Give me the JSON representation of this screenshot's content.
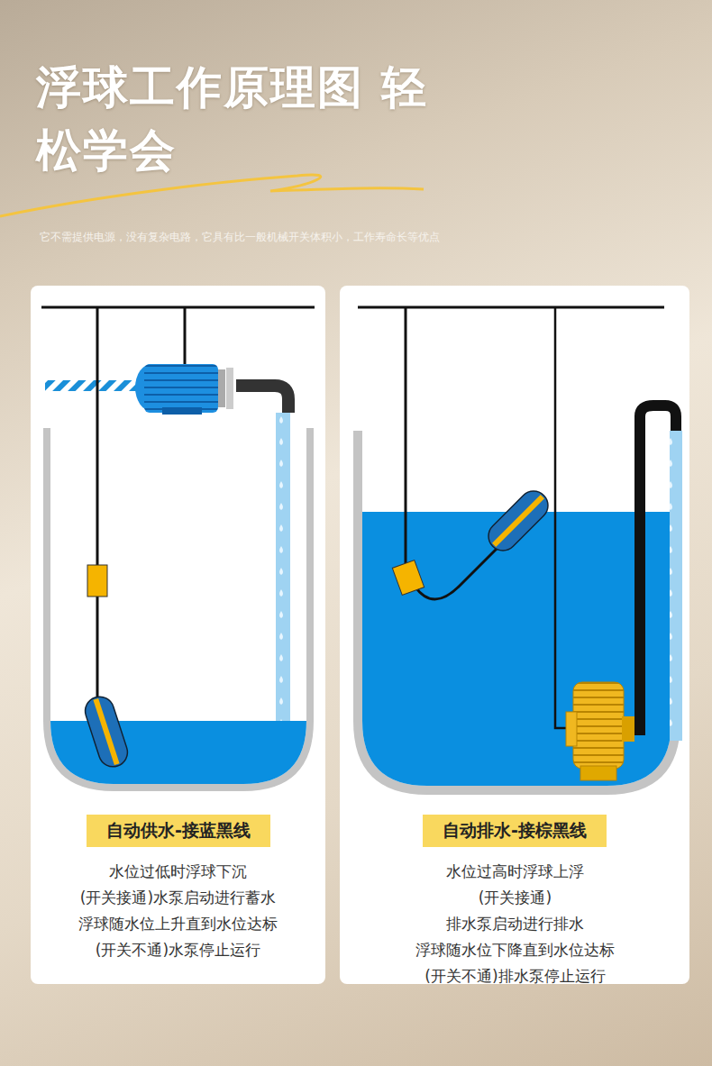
{
  "diagram": {
    "title": "浮球工作原理图 轻松学会",
    "nodes": [
      {
        "text": [
          "水位过低时浮球下沉 (开关接通)水泵启动进行蓄水 浮球随水位上升直到水位达标 (开关不通)水泵停止运行"
        ]
      },
      {
        "text": [
          "自动供水-接蓝黑线"
        ],
        "in": 0
      },
      {
        "text": [
          "水位过高时浮球上浮 (开关接通)排水泵启动进行排水 浮球随水位下降直到水位达标 (开关不通)排水泵停止运行"
        ]
      },
      {
        "text": [
          "自动排水-接棕黑线"
        ],
        "in": 2
      }
    ],
    "labels": [
      "它不需提供电源，没有复杂电路，它具有比一般机械开关体积小，工作寿命长等优点"
    ]
  }
}
